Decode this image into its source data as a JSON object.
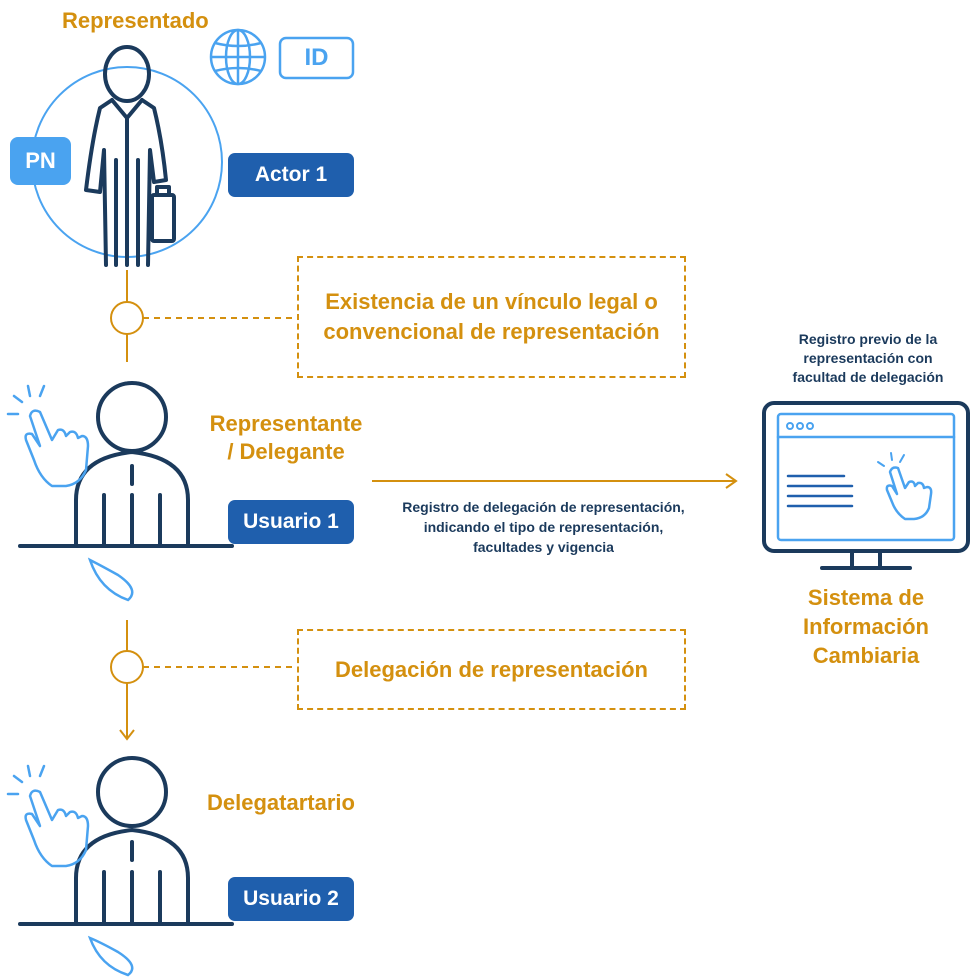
{
  "actor1": {
    "title": "Representado",
    "pn_badge": "PN",
    "id_badge": "ID",
    "badge": "Actor 1"
  },
  "link1": {
    "text": "Existencia de un vínculo legal o convencional de representación"
  },
  "actor2": {
    "title_line1": "Representante",
    "title_line2": "/ Delegante",
    "badge": "Usuario 1"
  },
  "arrow_caption": "Registro de delegación de representación, indicando el tipo de representación, facultades y vigencia",
  "system": {
    "caption": "Registro previo de la representación con facultad de delegación",
    "name_line1": "Sistema de",
    "name_line2": "Información",
    "name_line3": "Cambiaria"
  },
  "link2": {
    "text": "Delegación de representación"
  },
  "actor3": {
    "title": "Delegatartario",
    "badge": "Usuario 2"
  },
  "colors": {
    "gold": "#d4900f",
    "navy": "#1b3a5c",
    "blue": "#1f5fad",
    "light_blue": "#4aa3f0"
  },
  "icons": [
    "globe-icon",
    "person-with-briefcase-icon",
    "person-bust-icon",
    "pointing-hand-icon",
    "monitor-icon"
  ]
}
